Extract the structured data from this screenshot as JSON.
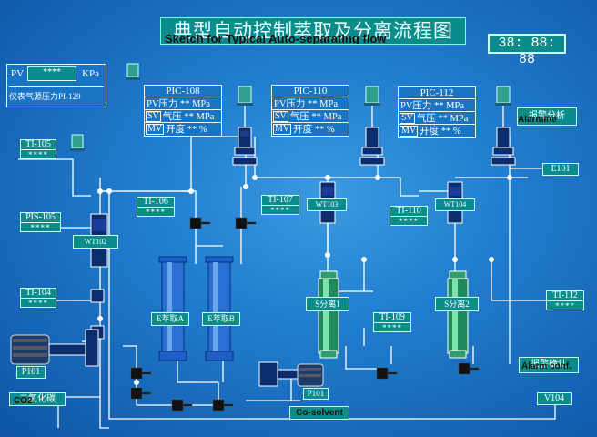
{
  "title": {
    "cn": "典型自动控制萃取及分离流程图",
    "en": "Sketch for Typical Auto-separating flow"
  },
  "clock": "38: 88: 88",
  "pv_box": {
    "label": "PV",
    "value": "****",
    "unit": "KPa",
    "caption": "仪表气源压力PI-129"
  },
  "pic_panels": [
    {
      "id": "PIC-108",
      "pv": "PV压力 ** MPa",
      "sv": "气压 ** MPa",
      "mv": "开度 ** %"
    },
    {
      "id": "PIC-110",
      "pv": "PV压力 ** MPa",
      "sv": "气压 ** MPa",
      "mv": "开度 ** %"
    },
    {
      "id": "PIC-112",
      "pv": "PV压力 ** MPa",
      "sv": "气压 ** MPa",
      "mv": "开度 ** %"
    }
  ],
  "tag_labels": {
    "sv": "SV",
    "mv": "MV"
  },
  "instruments": {
    "ti105": {
      "tag": "TI-105",
      "value": "****"
    },
    "pis105": {
      "tag": "PIS-105",
      "value": "****"
    },
    "ti104": {
      "tag": "TI-104",
      "value": "****"
    },
    "ti106": {
      "tag": "TI-106",
      "value": "****"
    },
    "ti107": {
      "tag": "TI-107",
      "value": "****"
    },
    "ti110": {
      "tag": "TI-110",
      "value": "****"
    },
    "ti109": {
      "tag": "TI-109",
      "value": "****"
    },
    "ti112": {
      "tag": "TI-112",
      "value": "****"
    }
  },
  "equipment": {
    "wt102": "WT102",
    "wt103": "WT103",
    "wt104": "WT104",
    "extractor_a": "E萃取A",
    "extractor_b": "E萃取B",
    "separator_1": "S分离1",
    "separator_2": "S分离2",
    "p101_left": "P101",
    "p101_mid": "P101",
    "e101": "E101",
    "v104": "V104"
  },
  "buttons": {
    "alarm_mine": {
      "cn": "报警分析",
      "en": "Alarmine"
    },
    "alarm_conf": {
      "cn": "报警确认",
      "en": "Alarm conf."
    },
    "co2": {
      "cn": "二氧化碳",
      "en": "CO2"
    },
    "cosolvent": {
      "en": "Co-solvent"
    }
  },
  "colors": {
    "background": "#2280d0",
    "panel_teal": "#0b8c8c",
    "pipe": "#ffffff"
  }
}
